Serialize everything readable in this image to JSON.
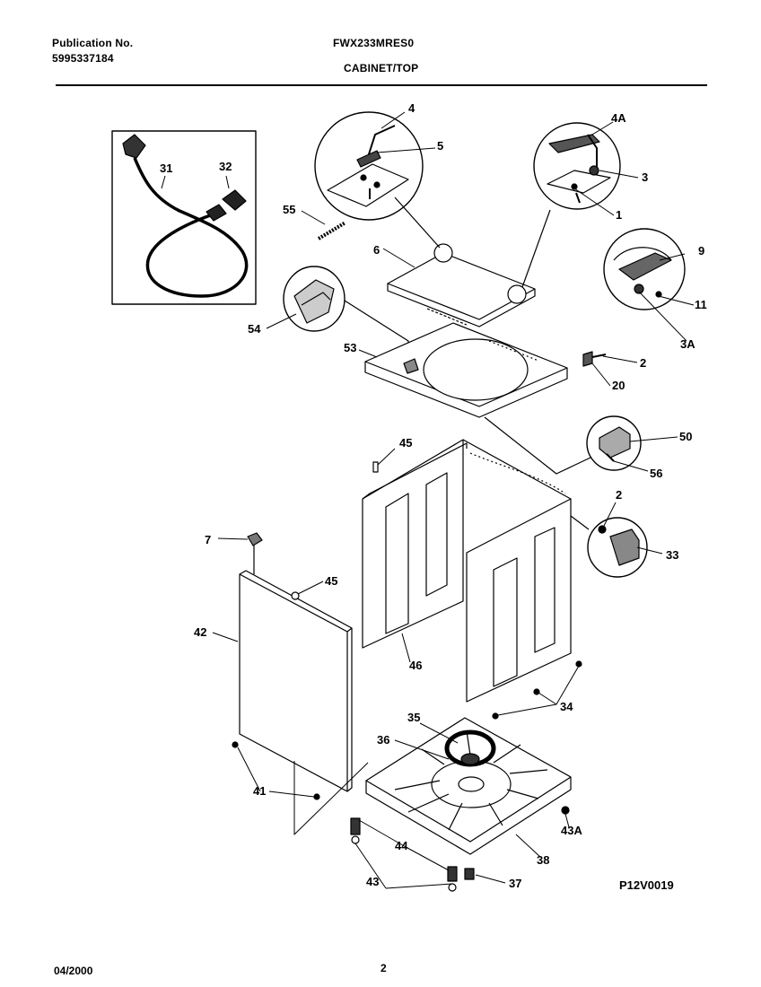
{
  "header": {
    "publication_label": "Publication No.",
    "publication_number": "5995337184",
    "model": "FWX233MRES0",
    "section": "CABINET/TOP"
  },
  "callouts": {
    "c4": "4",
    "c5": "5",
    "c4A": "4A",
    "c3": "3",
    "c1": "1",
    "c31": "31",
    "c32": "32",
    "c55": "55",
    "c6": "6",
    "c9": "9",
    "c11": "11",
    "c3A": "3A",
    "c54": "54",
    "c53": "53",
    "c2a": "2",
    "c20": "20",
    "c50": "50",
    "c56": "56",
    "c45a": "45",
    "c2b": "2",
    "c33": "33",
    "c7": "7",
    "c45b": "45",
    "c42": "42",
    "c46": "46",
    "c34": "34",
    "c35": "35",
    "c36": "36",
    "c41": "41",
    "c43A": "43A",
    "c44": "44",
    "c38": "38",
    "c43": "43",
    "c37": "37"
  },
  "figure_id": "P12V0019",
  "footer": {
    "date": "04/2000",
    "page": "2"
  }
}
